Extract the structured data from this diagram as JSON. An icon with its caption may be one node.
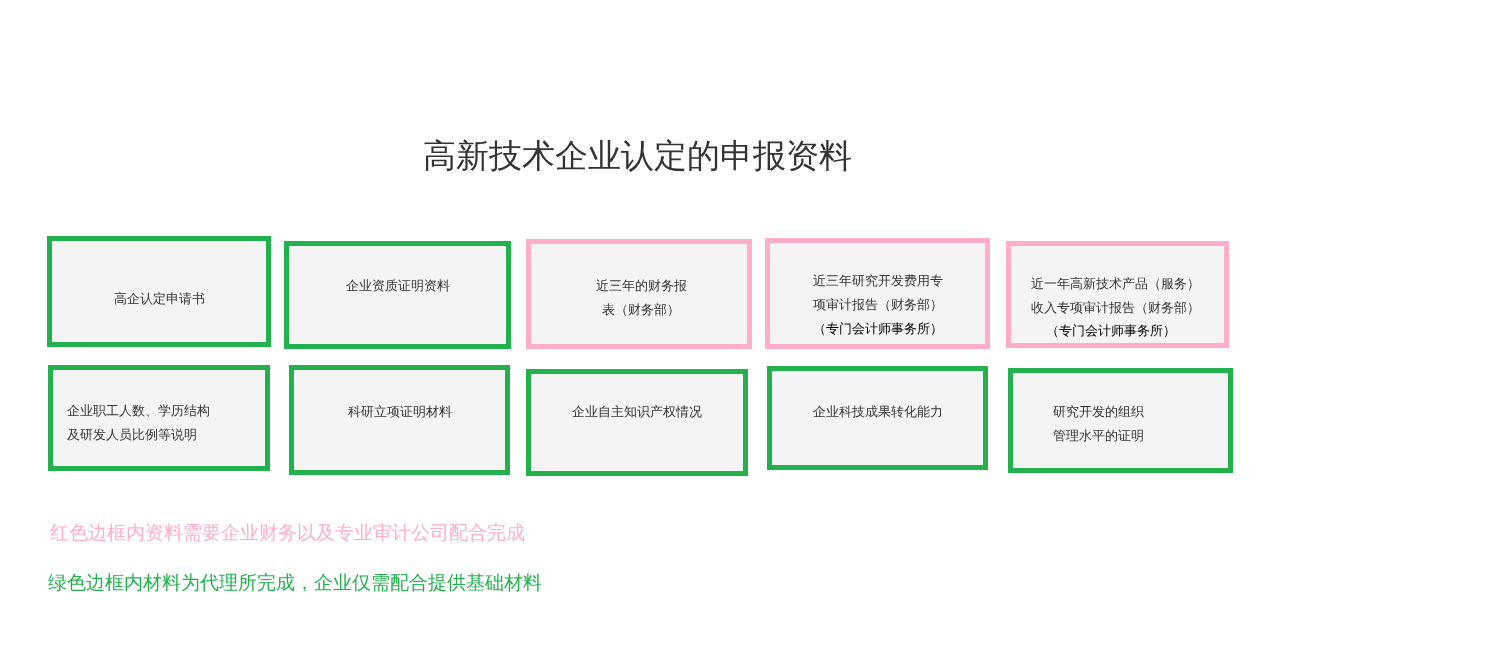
{
  "diagram": {
    "title": "高新技术企业认定的申报资料",
    "nodes": [
      {
        "text": [
          "高企认定申请书"
        ]
      },
      {
        "text": [
          "企业资质证明资料"
        ]
      },
      {
        "text": [
          "近三年的财务报表（财务部）"
        ]
      },
      {
        "text": [
          "近三年研究开发费用专项审计报告（财务部）",
          "（专门会计师事务所）"
        ]
      },
      {
        "text": [
          "近一年高新技术产品（服务）收入专项审计报告（财务部）",
          "（专门会计师事务所）"
        ]
      },
      {
        "text": [
          "企业职工人数、学历结构及研发人员比例等说明"
        ]
      },
      {
        "text": [
          "科研立项证明材料"
        ]
      },
      {
        "text": [
          "企业自主知识产权情况"
        ]
      },
      {
        "text": [
          "企业科技成果转化能力"
        ]
      },
      {
        "text": [
          "研究开发的组织管理水平的证明"
        ]
      }
    ],
    "labels": [
      "红色边框内资料需要企业财务以及专业审计公司配合完成",
      "绿色边框内材料为代理所完成，企业仅需配合提供基础材料"
    ]
  }
}
